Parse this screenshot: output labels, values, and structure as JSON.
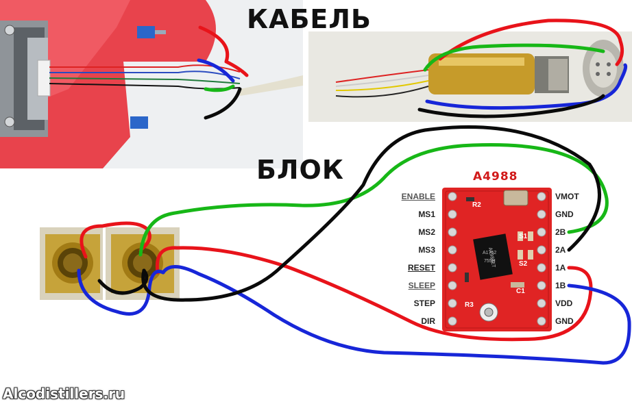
{
  "titles": {
    "cable": "КАБЕЛЬ",
    "block": "БЛОК",
    "chip": "A4988"
  },
  "chip_markings": {
    "chip_code": "A4988ET",
    "line2": "A1752",
    "line3": "755H"
  },
  "pins_left": [
    "ENABLE",
    "MS1",
    "MS2",
    "MS3",
    "RESET",
    "SLEEP",
    "STEP",
    "DIR"
  ],
  "pins_right": [
    "VMOT",
    "GND",
    "2B",
    "2A",
    "1A",
    "1B",
    "VDD",
    "GND"
  ],
  "board_components": [
    "R2",
    "S1",
    "S2",
    "R3",
    "C1"
  ],
  "watermark": "Alcodistillers.ru",
  "wire_colors": {
    "red": "#e8131a",
    "blue": "#1726d8",
    "green": "#17b717",
    "black": "#0a0a0a"
  },
  "photos": [
    "stepper-motor-photo",
    "cable-connector-photo",
    "panel-connector-left",
    "panel-connector-right"
  ]
}
